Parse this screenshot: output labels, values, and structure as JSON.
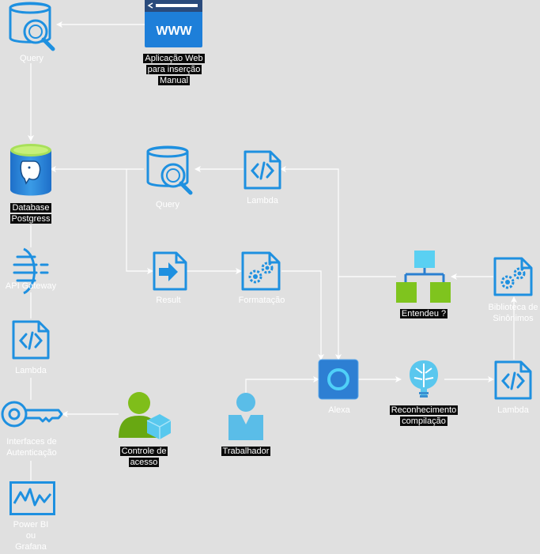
{
  "nodes": {
    "query_top": "Query",
    "web_app": "Aplicação Web\npara inserção\nManual",
    "database": "Database\nPostgress",
    "query_mid": "Query",
    "lambda_top": "Lambda",
    "api_gateway": "API Gateway",
    "result": "Result",
    "formatacao": "Formatação",
    "entendeu": "Entendeu ?",
    "biblioteca": "Biblioteca de\nSinônimos",
    "lambda_left": "Lambda",
    "alexa": "Alexa",
    "reconhecimento": "Reconhecimento\ncompilação",
    "lambda_right": "Lambda",
    "interfaces": "Interfaces de\nAutenticação",
    "controle": "Controle de\nacesso",
    "trabalhador": "Trabalhador",
    "powerbi": "Power BI\nou\nGrafana"
  },
  "icons": {
    "web_app_text": "WWW"
  },
  "colors": {
    "azure_blue": "#1e90e0",
    "alexa_blue": "#1a82d8",
    "green": "#7fbe1a",
    "cyan": "#59d4f3",
    "connector": "#ffffff"
  }
}
